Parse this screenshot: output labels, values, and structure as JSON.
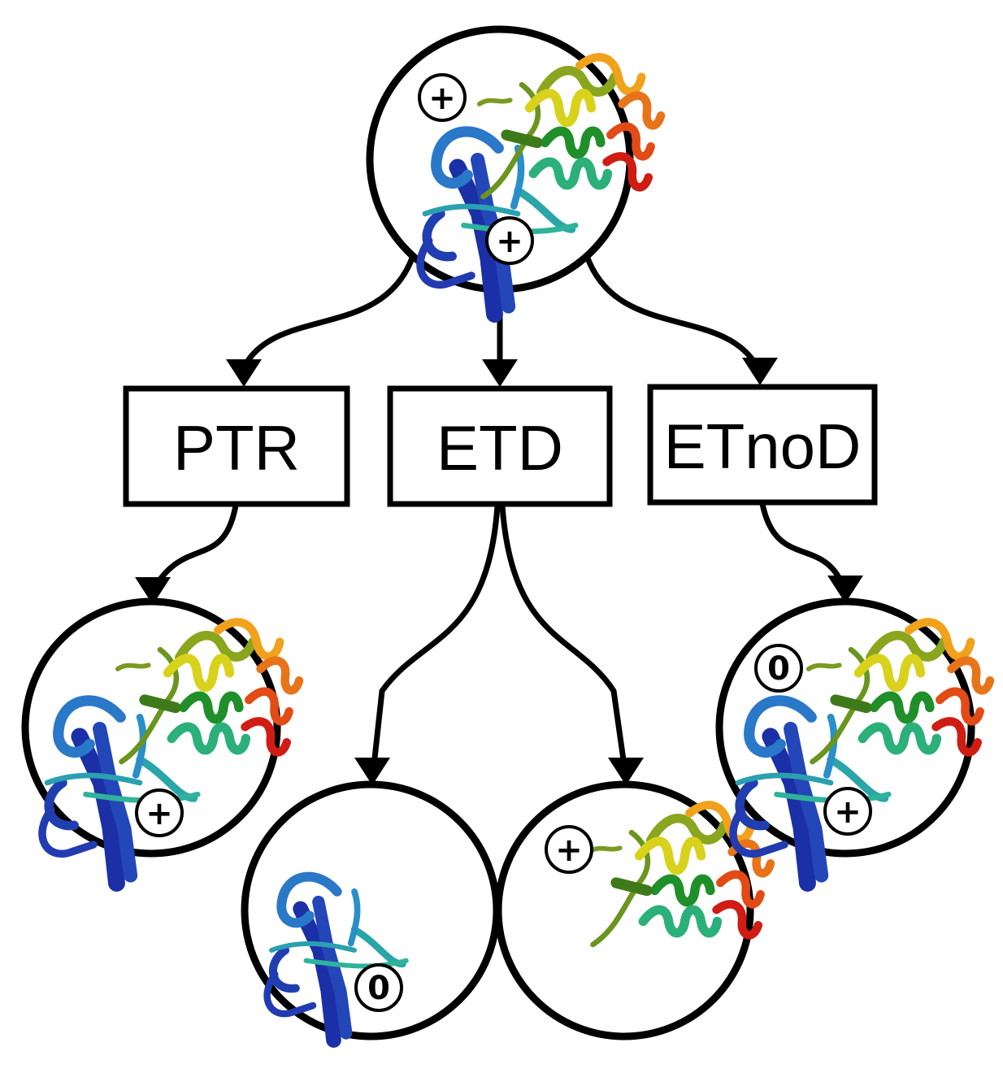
{
  "methods": {
    "ptr": "PTR",
    "etd": "ETD",
    "etnod": "ETnoD"
  },
  "charges": {
    "precursor_top": "+",
    "precursor_bottom": "+",
    "ptr_product": "+",
    "etd_n_fragment": "0",
    "etd_c_fragment": "+",
    "etnod_top": "0",
    "etnod_bottom": "+"
  },
  "colors": {
    "outline": "#000000",
    "background": "#ffffff",
    "ribbon_gradient": [
      "#1a2fa8",
      "#2a6fd0",
      "#2aa6a8",
      "#2bb07a",
      "#1f8f2a",
      "#6e9a1e",
      "#d9d21c",
      "#f1a21c",
      "#e55a14",
      "#d01c12"
    ]
  },
  "icons": {
    "structure": "protein-ribbon-icon",
    "arrow": "arrow-icon"
  }
}
